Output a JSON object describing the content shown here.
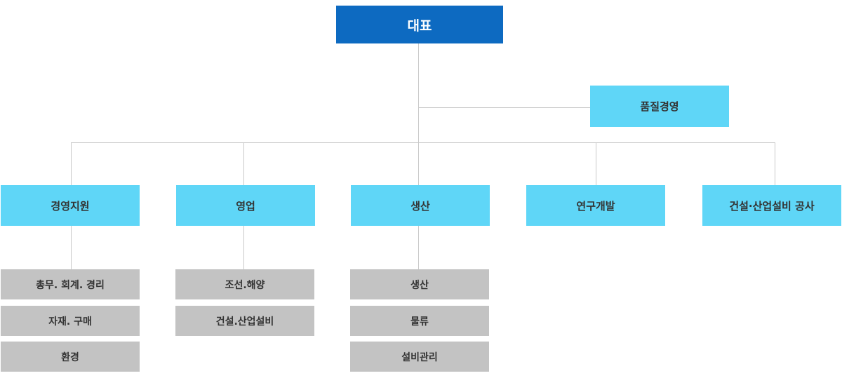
{
  "ceo": {
    "label": "대표"
  },
  "staff": {
    "label": "품질경영"
  },
  "departments": [
    {
      "label": "경영지원",
      "teams": [
        "총무. 회계. 경리",
        "자재. 구매",
        "환경"
      ]
    },
    {
      "label": "영업",
      "teams": [
        "조선.해양",
        "건설.산업설비"
      ]
    },
    {
      "label": "생산",
      "teams": [
        "생산",
        "물류",
        "설비관리"
      ]
    },
    {
      "label": "연구개발",
      "teams": []
    },
    {
      "label": "건설·산업설비 공사",
      "teams": []
    }
  ],
  "colors": {
    "ceo_box": "#0d6ac1",
    "department_box": "#5fd6f7",
    "team_box": "#c3c3c3",
    "connector": "#c9c9c9"
  }
}
